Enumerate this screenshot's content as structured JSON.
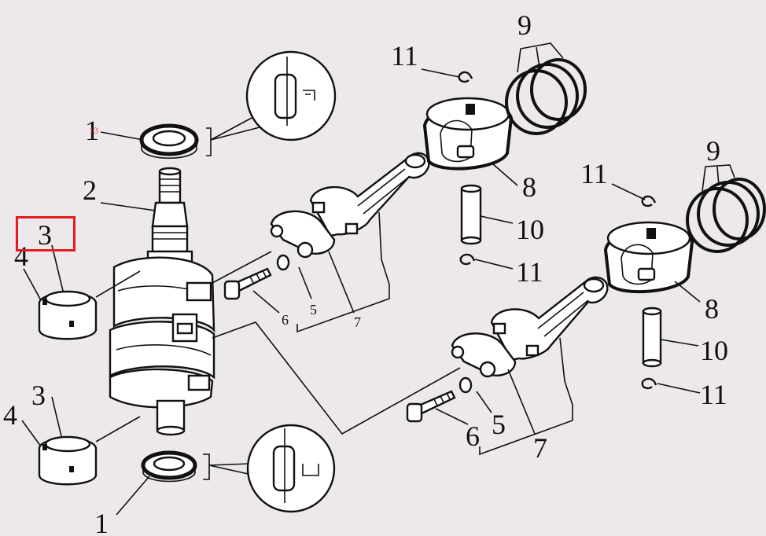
{
  "callouts": {
    "c1_top": "1",
    "c1_top_faint": "13",
    "c1_bottom": "1",
    "c2": "2",
    "c3_top": "3",
    "c3_bottom": "3",
    "c4_top": "4",
    "c4_bottom": "4",
    "c5_upper": "5",
    "c5_lower": "5",
    "c6_upper": "6",
    "c6_lower": "6",
    "c7_upper": "7",
    "c7_lower": "7",
    "c8_upper": "8",
    "c8_lower": "8",
    "c9_upper": "9",
    "c9_lower": "9",
    "c10_upper": "10",
    "c10_lower": "10",
    "c11_upper_top": "11",
    "c11_upper_bottom": "11",
    "c11_lower_top": "11",
    "c11_lower_bottom": "11"
  },
  "highlight": {
    "target": "3",
    "color": "#e51c1c"
  },
  "colors": {
    "background": "#ece8ec",
    "line": "#111111"
  }
}
